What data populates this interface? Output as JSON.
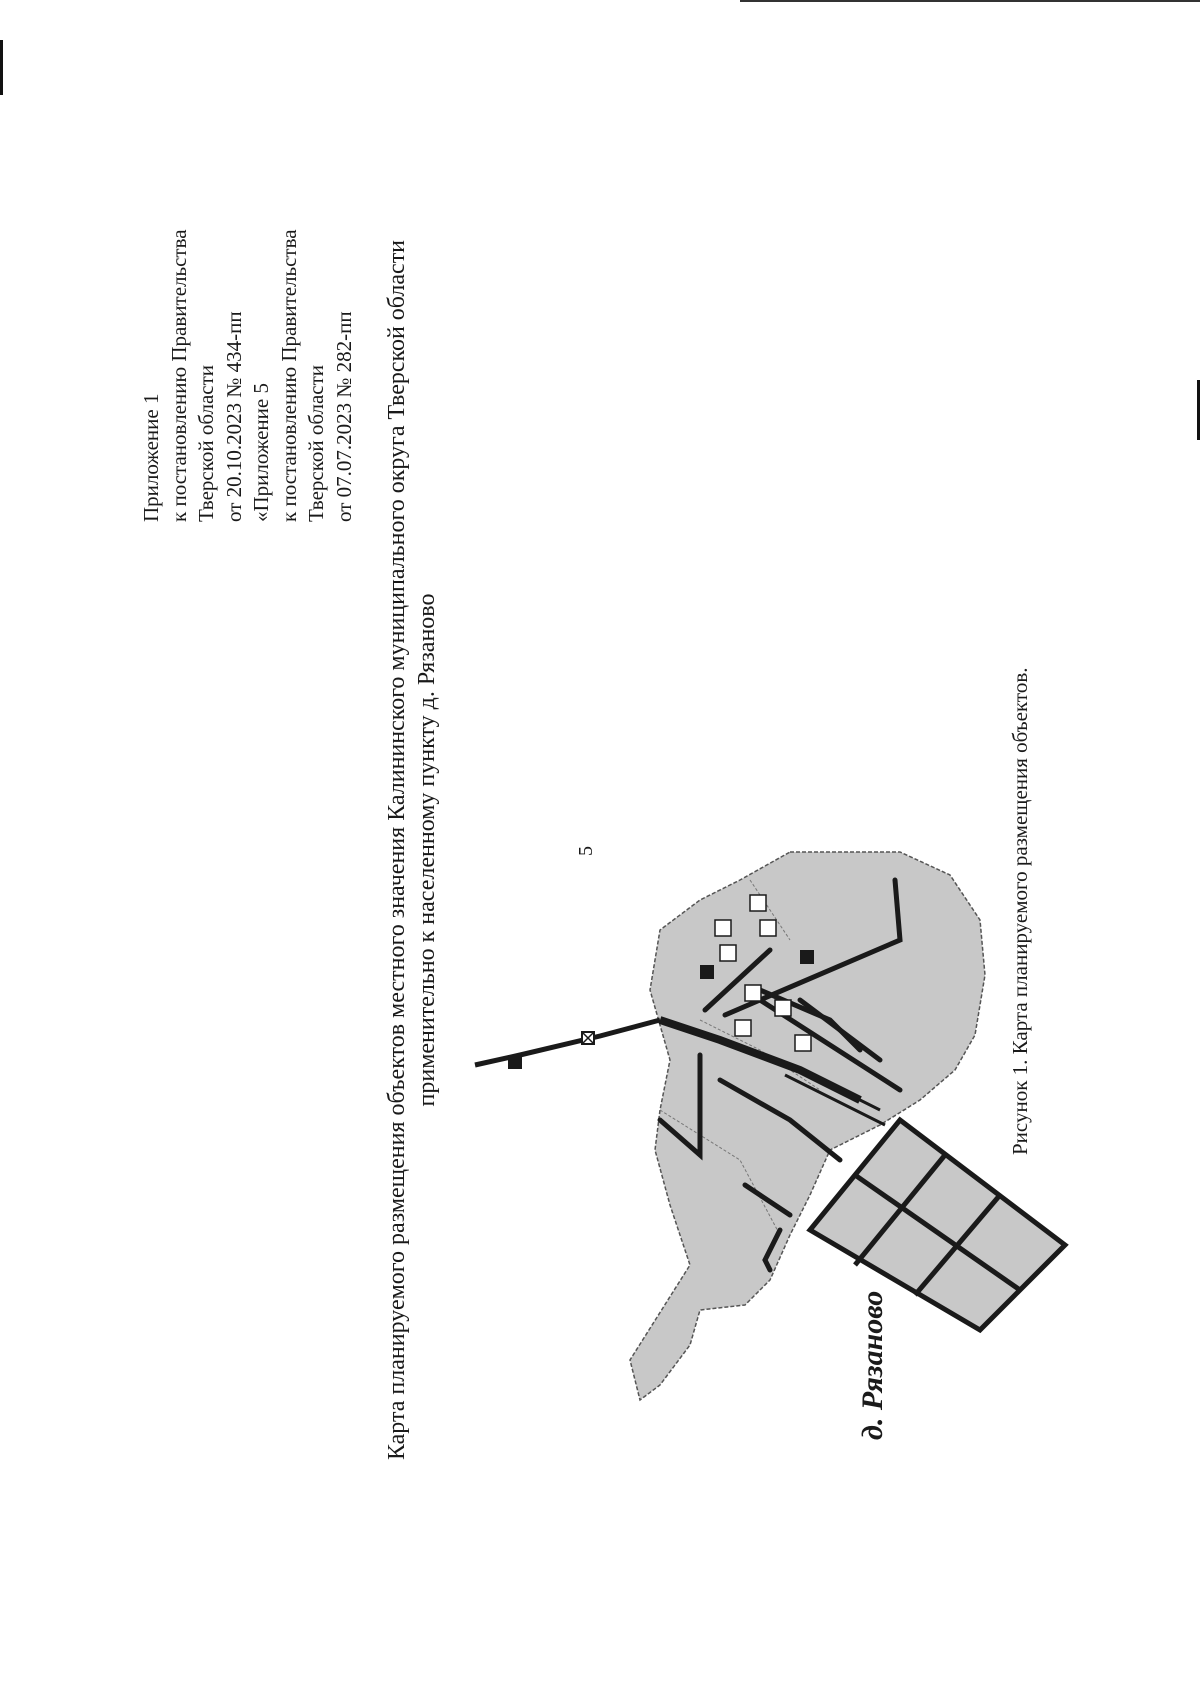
{
  "page_number": "5",
  "appendix": {
    "lines": [
      "Приложение 1",
      "к постановлению Правительства",
      "Тверской области",
      "от 20.10.2023 № 434-пп",
      "«Приложение 5",
      "к постановлению Правительства",
      "Тверской области",
      "от 07.07.2023 № 282-пп"
    ]
  },
  "title": {
    "line1": "Карта планируемого размещения объектов местного значения Калининского муниципального округа Тверской области",
    "line2": "применительно к населенному пункту д. Рязаново"
  },
  "map": {
    "village_label": "д. Рязаново"
  },
  "caption": "Рисунок 1. Карта планируемого размещения объектов.",
  "colors": {
    "territory": "#c8c8c8",
    "roads": "#1a1a1a",
    "boundary": "#555555"
  }
}
